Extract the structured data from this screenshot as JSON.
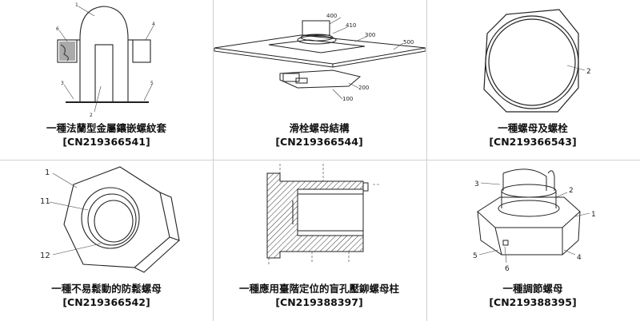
{
  "items": [
    {
      "title": "一種法蘭型金屬鑲嵌螺紋套",
      "number": "[CN219366541]",
      "labels": [
        "1",
        "6",
        "4",
        "3",
        "2",
        "5"
      ]
    },
    {
      "title": "滑栓螺母結構",
      "number": "[CN219366544]",
      "labels": [
        "400",
        "410",
        "300",
        "500",
        "200",
        "100"
      ]
    },
    {
      "title": "一種螺母及螺栓",
      "number": "[CN219366543]",
      "labels": [
        "2"
      ]
    },
    {
      "title": "一種不易鬆動的防鬆螺母",
      "number": "[CN219366542]",
      "labels": [
        "1",
        "11",
        "12"
      ]
    },
    {
      "title": "一種應用臺階定位的盲孔壓鉚螺母柱",
      "number": "[CN219388397]",
      "labels": []
    },
    {
      "title": "一種調節螺母",
      "number": "[CN219388395]",
      "labels": [
        "3",
        "2",
        "1",
        "5",
        "6",
        "4"
      ]
    }
  ]
}
